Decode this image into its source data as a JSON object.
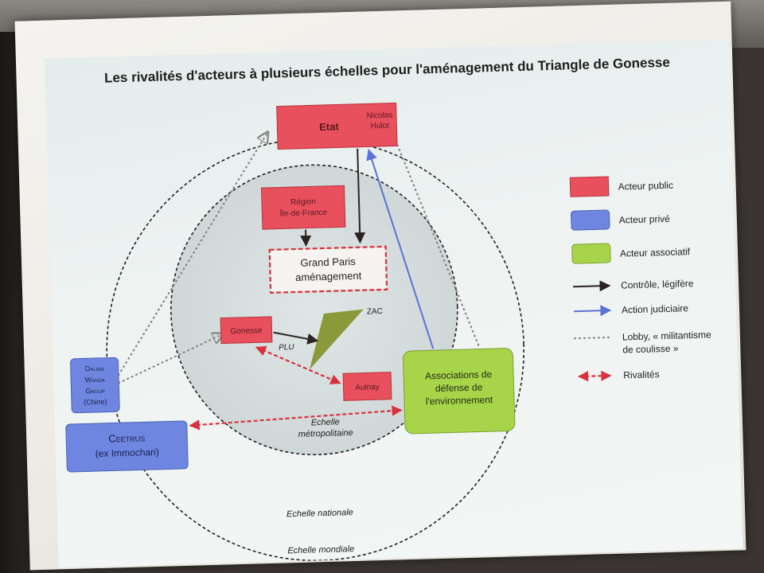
{
  "title": "Les rivalités d'acteurs à plusieurs échelles pour l'aménagement du Triangle de Gonesse",
  "actors": {
    "etat": "Etat",
    "hulot_line1": "Nicolas",
    "hulot_line2": "Hulot",
    "region_line1": "Région",
    "region_line2": "Île-de-France",
    "gpa_line1": "Grand Paris",
    "gpa_line2": "aménagement",
    "gonesse": "Gonesse",
    "aulnay": "Aulnay",
    "zac": "ZAC",
    "plu": "PLU",
    "dalian_line1": "Dalian",
    "dalian_line2": "Wanda",
    "dalian_line3": "Group",
    "dalian_line4": "(Chine)",
    "ceetrus_line1": "Ceetrus",
    "ceetrus_line2": "(ex Immochan)",
    "assoc_line1": "Associations de",
    "assoc_line2": "défense de",
    "assoc_line3": "l'environnement"
  },
  "scales": {
    "metro_line1": "Echelle",
    "metro_line2": "métropolitaine",
    "nationale": "Echelle nationale",
    "mondiale": "Echelle mondiale"
  },
  "legend": {
    "public": "Acteur public",
    "prive": "Acteur privé",
    "associatif": "Acteur associatif",
    "controle": "Contrôle, légifère",
    "judiciaire": "Action judiciaire",
    "lobby_line1": "Lobby, « militantisme",
    "lobby_line2": "de coulisse »",
    "rivalites": "Rivalités"
  },
  "colors": {
    "public": "#e8505e",
    "prive": "#6f86e0",
    "associatif": "#a8d44a",
    "control_arrow": "#2a2422",
    "judicial_arrow": "#5b72d6",
    "rivalry_arrow": "#d8323c",
    "zac_triangle": "#8a9a3a"
  }
}
